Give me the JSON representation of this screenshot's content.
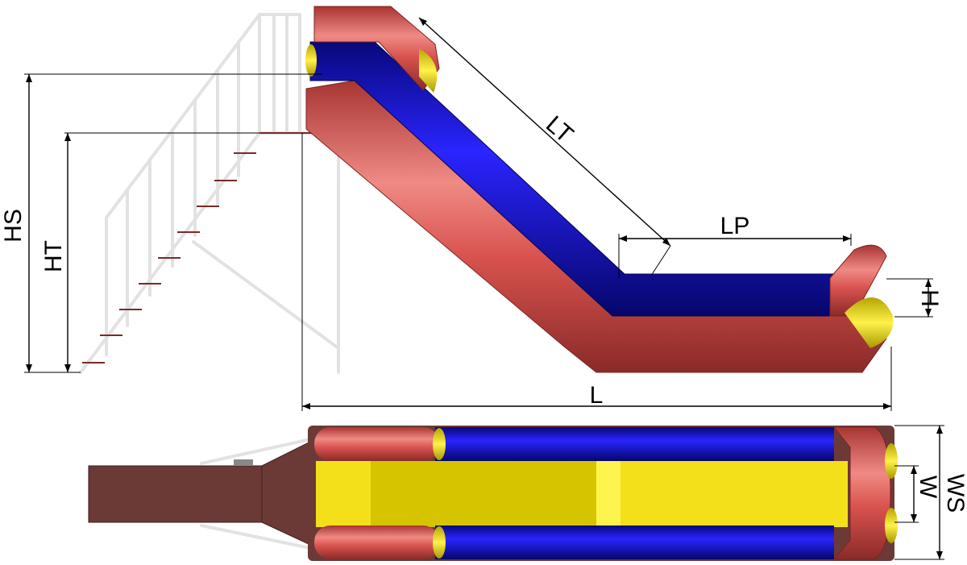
{
  "diagram": {
    "dimension_labels": {
      "hs": "HS",
      "ht": "HT",
      "lt": "LT",
      "lp": "LP",
      "h": "H",
      "l": "L",
      "w": "W",
      "ws": "WS"
    },
    "colors": {
      "tube_red": "#d9534f",
      "tube_blue": "#1a16d6",
      "surface_yellow": "#f3e01a",
      "platform_brown": "#6b3a36",
      "stair_rail": "#e2e2e2"
    }
  }
}
